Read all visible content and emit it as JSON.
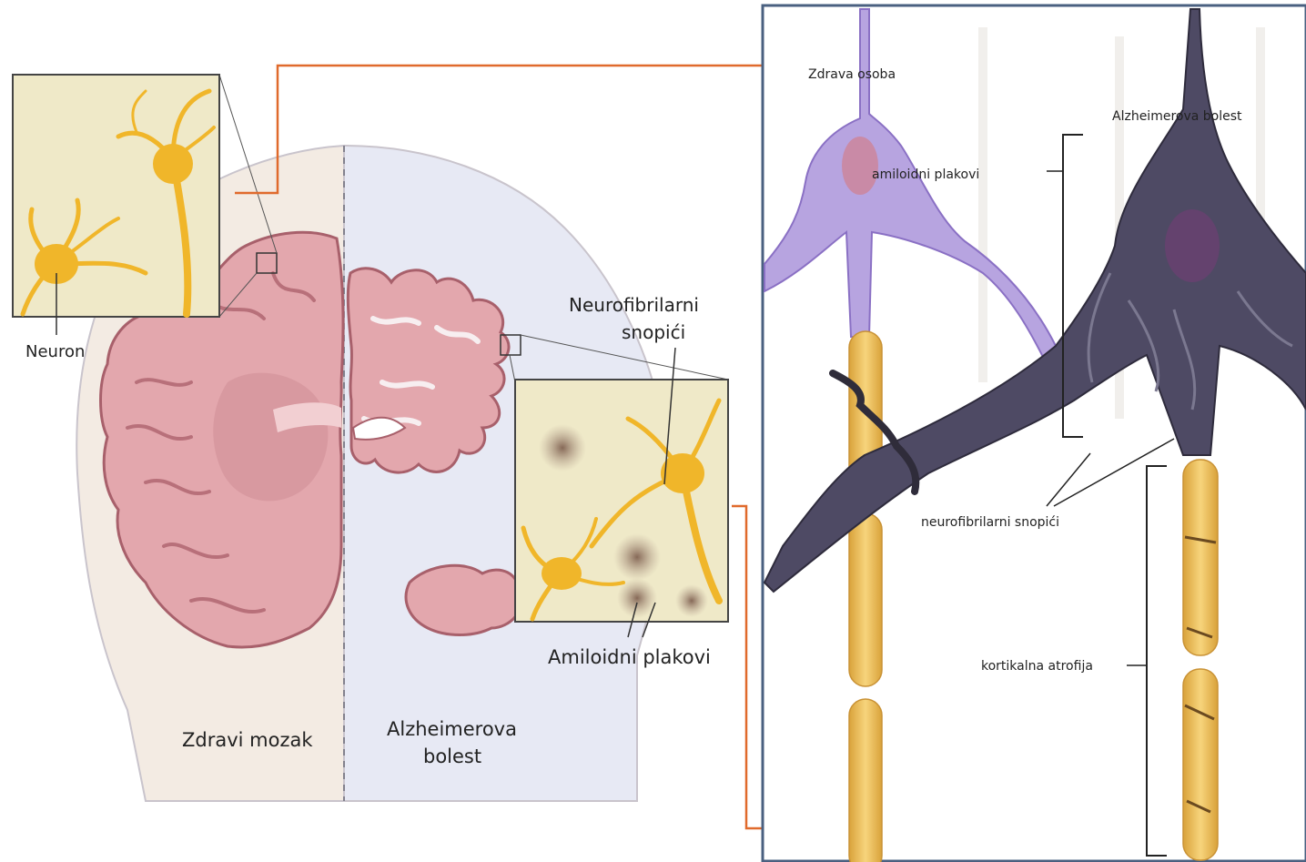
{
  "labels": {
    "neuron": "Neuron",
    "healthy_brain": "Zdravi mozak",
    "alz_brain_line1": "Alzheimerova",
    "alz_brain_line2": "bolest",
    "tangles_line1": "Neurofibrilarni",
    "tangles_line2": "snopići",
    "amyloid_plaques": "Amiloidni plakovi",
    "healthy_person": "Zdrava osoba",
    "alz_disease": "Alzheimerova bolest",
    "amyloid_plaques_small": "amiloidni plakovi",
    "tangles_small": "neurofibrilarni snopići",
    "cortical_atrophy": "kortikalna atrofija"
  },
  "colors": {
    "arrow": "#e06a2c",
    "brain_tissue": "#e3a7ad",
    "brain_edge": "#a8606b",
    "neuron_gold": "#f0b62a",
    "axon_segment": "#f3c45a",
    "healthy_cell": "#b7a4e0",
    "diseased_cell": "#4e4a64",
    "panel_border": "#4a6080",
    "healthy_bg": "#f4eee8",
    "disease_bg": "#e6e8f3",
    "inset_bg": "#efe9c8"
  }
}
